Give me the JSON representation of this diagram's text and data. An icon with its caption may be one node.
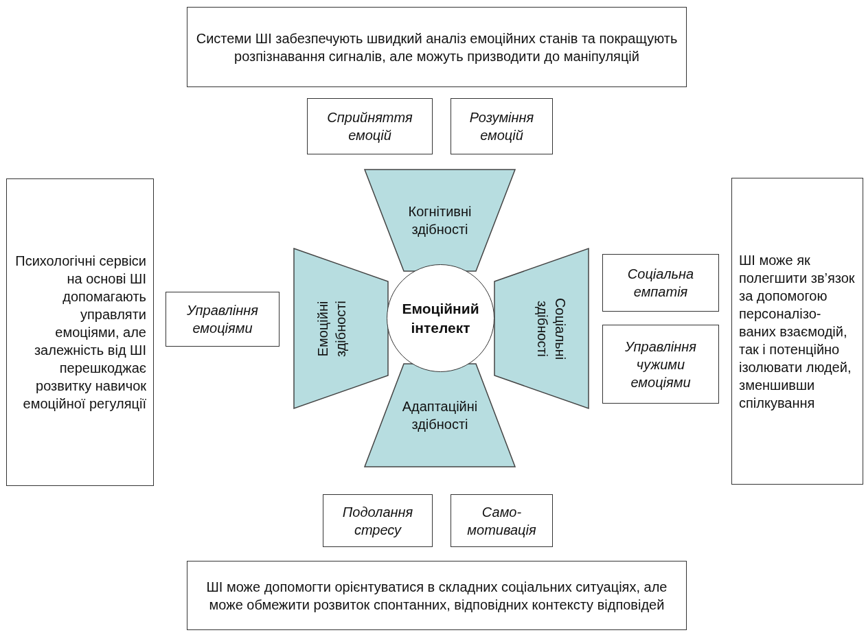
{
  "diagram": {
    "nodes": [
      {
        "text": [
          "Системи ШІ забезпечують швидкий аналіз емоційних станів та покращують розпізнавання сигналів, але можуть призводити до маніпуляцій"
        ]
      },
      {
        "text": [
          "Сприйняття емоцій"
        ]
      },
      {
        "text": [
          "Розуміння емоцій"
        ]
      },
      {
        "text": [
          "Психологічні сервіси на основі ШІ допомагають управляти емоціями, але залежність від ШІ перешкоджає розвитку навичок емоційної регуляції"
        ]
      },
      {
        "text": [
          "Когнітивні здібності"
        ]
      },
      {
        "text": [
          "ШІ може як полегшити зв’язок за допомогою персоналізо-ваних взаємодій, так і потенційно ізолювати людей, зменшивши спілкування"
        ]
      },
      {
        "text": [
          "Соціальна емпатія"
        ]
      },
      {
        "text": [
          "Управління емоціями"
        ]
      },
      {
        "text": [
          "Емоційні здібності"
        ]
      },
      {
        "text": [
          "Емоційний інтелект"
        ]
      },
      {
        "text": [
          "Соціальні здібності"
        ]
      },
      {
        "text": [
          "Управління чужими емоціями"
        ]
      },
      {
        "text": [
          "Адаптаційні здібності"
        ]
      },
      {
        "text": [
          "Подолання стресу"
        ]
      },
      {
        "text": [
          "Само-мотивація"
        ]
      },
      {
        "text": [
          "ШІ може допомогти орієнтуватися в складних соціальних ситуаціях, але  може обмежити розвиток спонтанних, відповідних контексту відповідей"
        ]
      }
    ],
    "edges": []
  }
}
